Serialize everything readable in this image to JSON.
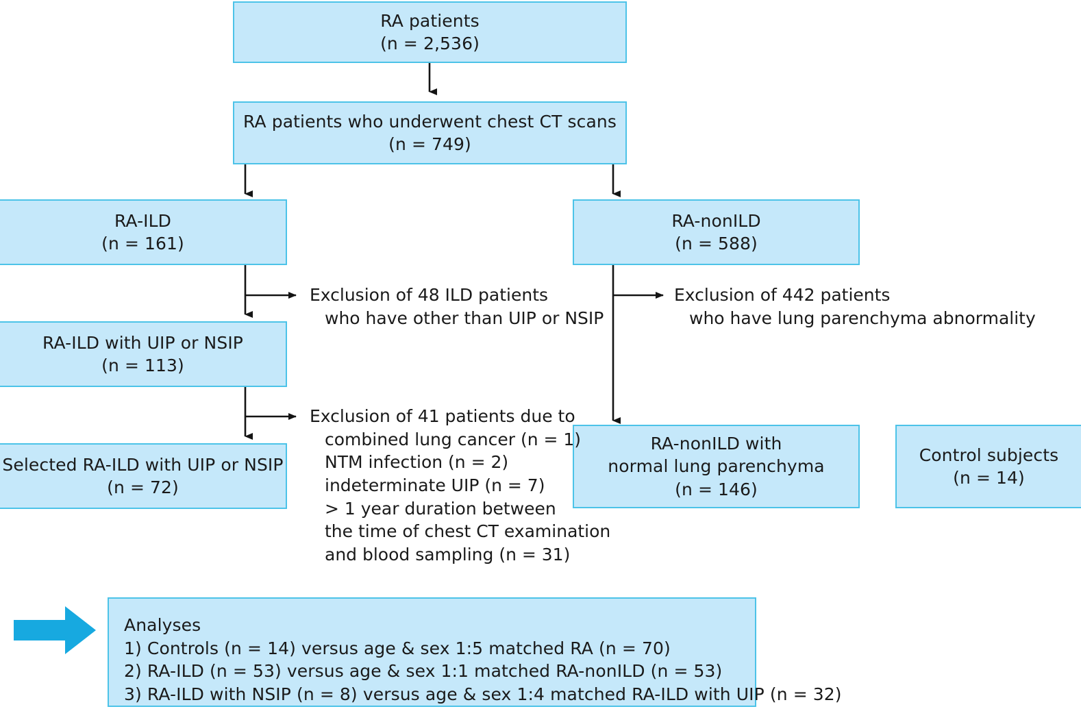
{
  "diagram": {
    "title": "RA patient study flow diagram",
    "colors": {
      "box_fill": "#c5e8fa",
      "box_border": "#4cc3e8",
      "connector": "#141414",
      "highlight_arrow": "#17a9e0",
      "text": "#1a1a1a"
    },
    "boxes": {
      "ra_patients": {
        "line1": "RA patients",
        "line2": "(n = 2,536)"
      },
      "ra_ct": {
        "line1": "RA patients who underwent chest CT scans",
        "line2": "(n = 749)"
      },
      "ra_ild": {
        "line1": "RA-ILD",
        "line2": "(n = 161)"
      },
      "ra_nonild": {
        "line1": "RA-nonILD",
        "line2": "(n = 588)"
      },
      "ra_ild_uip_nsip": {
        "line1": "RA-ILD with UIP or NSIP",
        "line2": "(n = 113)"
      },
      "selected_ra_ild": {
        "line1": "Selected RA-ILD with UIP or NSIP",
        "line2": "(n = 72)"
      },
      "ra_nonild_normal": {
        "line1": "RA-nonILD with",
        "line2": "normal lung parenchyma",
        "line3": "(n = 146)"
      },
      "control_subjects": {
        "line1": "Control subjects",
        "line2": "(n = 14)"
      },
      "analyses": {
        "heading": "Analyses",
        "item1": "1) Controls (n = 14) versus age & sex 1:5 matched RA (n = 70)",
        "item2": "2) RA-ILD (n = 53) versus age & sex 1:1 matched RA-nonILD (n = 53)",
        "item3": "3) RA-ILD with NSIP (n = 8) versus age & sex 1:4 matched RA-ILD with UIP (n = 32)"
      }
    },
    "exclusions": {
      "ild_other": {
        "line1": "Exclusion of 48 ILD patients",
        "line2": "who have other than UIP or NSIP"
      },
      "nonild_abnormal": {
        "line1": "Exclusion of 442 patients",
        "line2": "who have lung parenchyma abnormality"
      },
      "selected_41": {
        "line1": "Exclusion of 41 patients due to",
        "line2": "combined lung cancer (n = 1)",
        "line3": "NTM infection (n = 2)",
        "line4": "indeterminate UIP (n = 7)",
        "line5": "> 1 year duration between",
        "line6": "the time of chest CT examination",
        "line7": "and blood sampling (n = 31)"
      }
    }
  }
}
